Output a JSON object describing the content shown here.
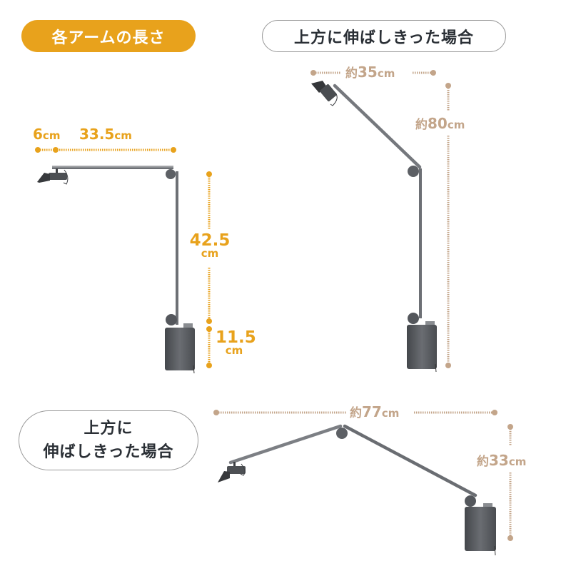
{
  "header": {
    "arm_length_title": "各アームの長さ",
    "extended_up_title": "上方に伸ばしきった場合"
  },
  "bottom_section": {
    "title_line1": "上方に",
    "title_line2": "伸ばしきった場合"
  },
  "arm_lengths": {
    "head_length": "6",
    "head_unit": "cm",
    "upper_arm_length": "33.5",
    "upper_arm_unit": "cm",
    "lower_arm_length": "42.5",
    "lower_arm_unit": "cm",
    "base_height": "11.5",
    "base_unit": "cm"
  },
  "extended_up": {
    "width_prefix": "約",
    "width_value": "35",
    "width_unit": "cm",
    "height_prefix": "約",
    "height_value": "80",
    "height_unit": "cm"
  },
  "extended_side": {
    "width_prefix": "約",
    "width_value": "77",
    "width_unit": "cm",
    "height_prefix": "約",
    "height_value": "33",
    "height_unit": "cm"
  },
  "colors": {
    "accent_orange": "#e8a21c",
    "dimension_beige": "#c3a58a",
    "lamp_gray": "#5b5e63",
    "text_dark": "#2a2f35"
  }
}
